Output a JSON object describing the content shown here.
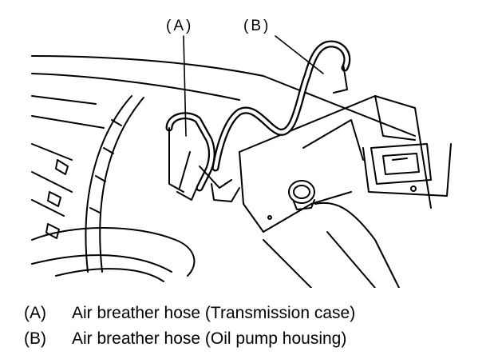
{
  "callouts": {
    "a": "(A)",
    "b": "(B)"
  },
  "legend": [
    {
      "key": "(A)",
      "text": "Air breather hose (Transmission case)"
    },
    {
      "key": "(B)",
      "text": "Air breather hose (Oil pump housing)"
    }
  ]
}
